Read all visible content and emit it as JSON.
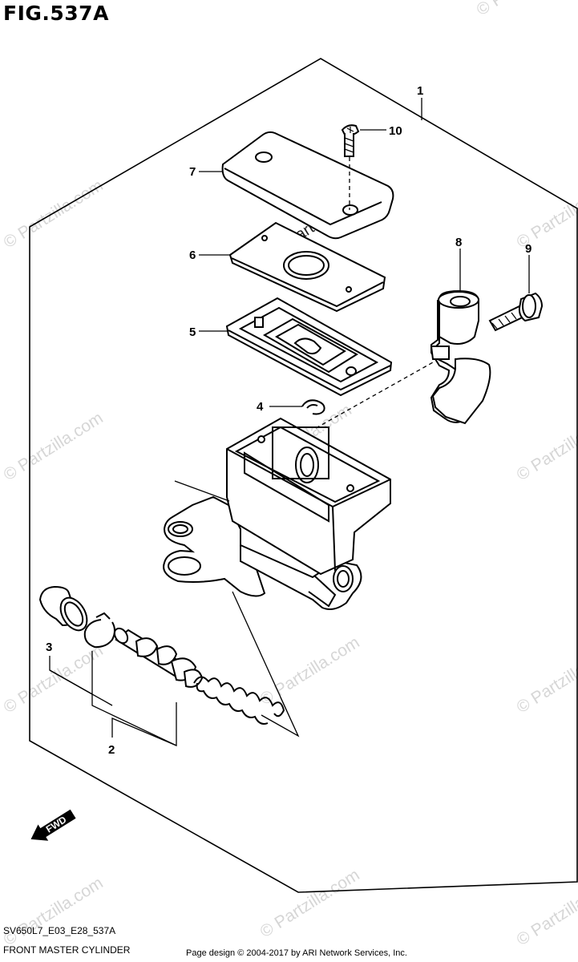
{
  "figure": {
    "title": "FIG.537A",
    "code": "SV650L7_E03_E28_537A",
    "name": "FRONT MASTER CYLINDER",
    "credit": "Page design © 2004-2017 by ARI Network Services, Inc."
  },
  "callouts": [
    {
      "id": "1",
      "label": "1"
    },
    {
      "id": "2",
      "label": "2"
    },
    {
      "id": "3",
      "label": "3"
    },
    {
      "id": "4",
      "label": "4"
    },
    {
      "id": "5",
      "label": "5"
    },
    {
      "id": "6",
      "label": "6"
    },
    {
      "id": "7",
      "label": "7"
    },
    {
      "id": "8",
      "label": "8"
    },
    {
      "id": "9",
      "label": "9"
    },
    {
      "id": "10",
      "label": "10"
    }
  ],
  "fwd_arrow": {
    "label": "FWD",
    "icon": "fwd-arrow-icon"
  },
  "watermark": {
    "text": "© Partzilla.com"
  }
}
